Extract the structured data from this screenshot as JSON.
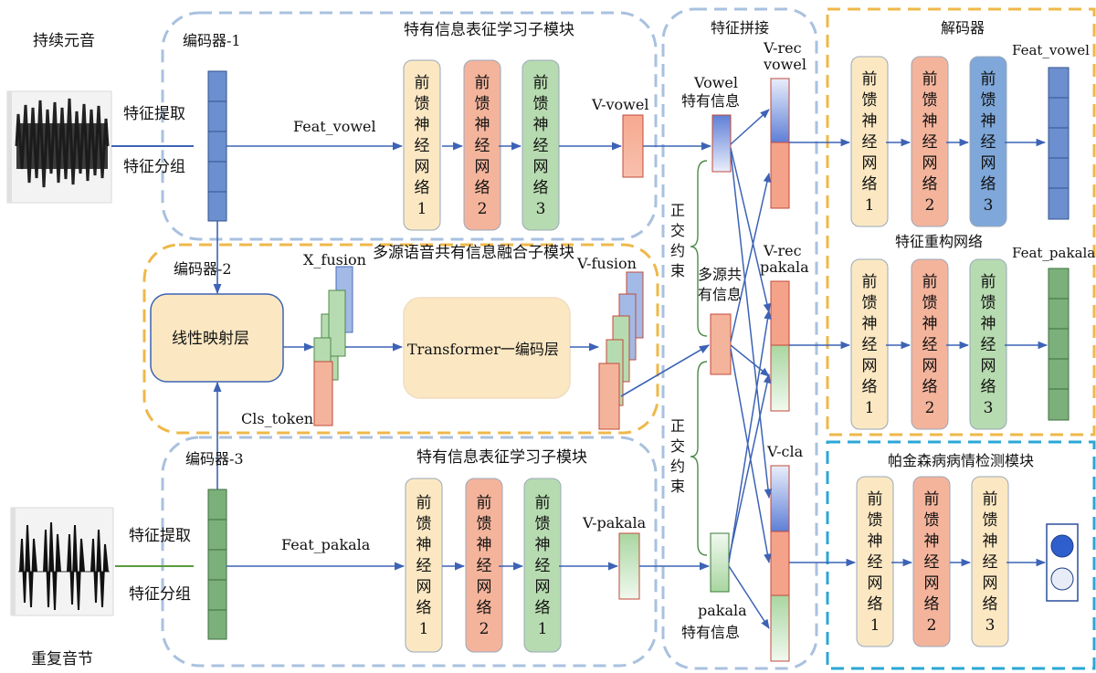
{
  "labels": {
    "sustained_vowel": "持续元音",
    "repeated_syllable": "重复音节",
    "encoder1": "编码器-1",
    "encoder2": "编码器-2",
    "encoder3": "编码器-3",
    "specific_module_top": "特有信息表征学习子模块",
    "specific_module_bottom": "特有信息表征学习子模块",
    "fusion_module": "多源语音共有信息融合子模块",
    "feature_concat": "特征拼接",
    "decoder": "解码器",
    "recon_network": "特征重构网络",
    "pd_module": "帕金森病病情检测模块",
    "feat_extract_top": "特征提取",
    "feat_group_top": "特征分组",
    "feat_extract_bottom": "特征提取",
    "feat_group_bottom": "特征分组",
    "feat_vowel": "Feat_vowel",
    "feat_pakala": "Feat_pakala",
    "v_vowel": "V-vowel",
    "v_pakala": "V-pakala",
    "x_fusion": "X_fusion",
    "v_fusion": "V-fusion",
    "cls_token": "Cls_token",
    "linear_layer": "线性映射层",
    "transformer": "Transformer一编码层",
    "vowel_specific_1": "Vowel",
    "vowel_specific_2": "特有信息",
    "pakala_specific_1": "pakala",
    "pakala_specific_2": "特有信息",
    "shared_1": "多源共",
    "shared_2": "有信息",
    "ortho_1": "正交约束",
    "ortho_2": "正交约束",
    "v_rec_vowel_1": "V-rec",
    "v_rec_vowel_2": "vowel",
    "v_rec_pakala_1": "V-rec",
    "v_rec_pakala_2": "pakala",
    "v_cla": "V-cla",
    "feat_vowel_out": "Feat_vowel",
    "feat_pakala_out": "Feat_pakala",
    "ffn_text": "前馈神经网络"
  },
  "ffn_indices": {
    "top": [
      "1",
      "2",
      "3"
    ],
    "bottom": [
      "1",
      "2",
      "1"
    ],
    "decoder": [
      "1",
      "2",
      "3"
    ],
    "recon": [
      "1",
      "2",
      "3"
    ],
    "pd": [
      "1",
      "2",
      "3"
    ]
  },
  "colors": {
    "ffn_yellow": "#fbe8c3",
    "ffn_orange": "#f4b49c",
    "ffn_green": "#b7dbb0",
    "ffn_blue": "#7fa7d9",
    "encoder_blue": "#6b8fcf",
    "encoder_green": "#7bb07a",
    "module_blue_border": "#a9c1df",
    "module_orange_border": "#efb84a",
    "module_cyan_border": "#2aa7d6",
    "arrow": "#3c63b5"
  }
}
